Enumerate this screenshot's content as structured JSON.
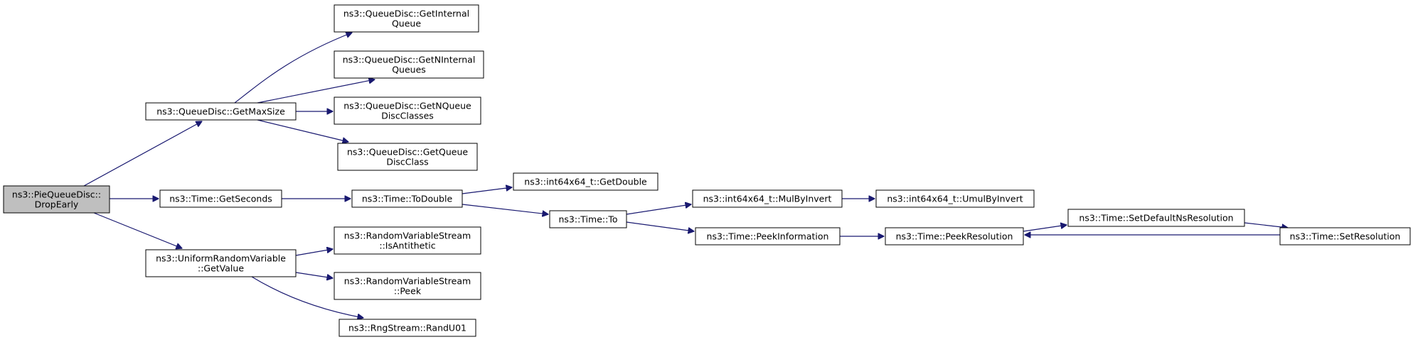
{
  "graph": {
    "colors": {
      "edge": "#191970",
      "node_border": "#000000",
      "node_fill": "#ffffff",
      "root_fill": "#bfbfbf"
    },
    "nodes": [
      {
        "id": "drop_early",
        "lines": [
          "ns3::PieQueueDisc::",
          "DropEarly"
        ],
        "root": true
      },
      {
        "id": "get_max_size",
        "lines": [
          "ns3::QueueDisc::GetMaxSize"
        ]
      },
      {
        "id": "get_internal_queue",
        "lines": [
          "ns3::QueueDisc::GetInternal",
          "Queue"
        ]
      },
      {
        "id": "get_n_internal_queues",
        "lines": [
          "ns3::QueueDisc::GetNInternal",
          "Queues"
        ]
      },
      {
        "id": "get_n_queue_disc_classes",
        "lines": [
          "ns3::QueueDisc::GetNQueue",
          "DiscClasses"
        ]
      },
      {
        "id": "get_queue_disc_class",
        "lines": [
          "ns3::QueueDisc::GetQueue",
          "DiscClass"
        ]
      },
      {
        "id": "get_seconds",
        "lines": [
          "ns3::Time::GetSeconds"
        ]
      },
      {
        "id": "to_double",
        "lines": [
          "ns3::Time::ToDouble"
        ]
      },
      {
        "id": "get_double",
        "lines": [
          "ns3::int64x64_t::GetDouble"
        ]
      },
      {
        "id": "to",
        "lines": [
          "ns3::Time::To"
        ]
      },
      {
        "id": "mul_by_invert",
        "lines": [
          "ns3::int64x64_t::MulByInvert"
        ]
      },
      {
        "id": "umul_by_invert",
        "lines": [
          "ns3::int64x64_t::UmulByInvert"
        ]
      },
      {
        "id": "peek_information",
        "lines": [
          "ns3::Time::PeekInformation"
        ]
      },
      {
        "id": "peek_resolution",
        "lines": [
          "ns3::Time::PeekResolution"
        ]
      },
      {
        "id": "set_default_ns_resolution",
        "lines": [
          "ns3::Time::SetDefaultNsResolution"
        ]
      },
      {
        "id": "set_resolution",
        "lines": [
          "ns3::Time::SetResolution"
        ]
      },
      {
        "id": "uniform_get_value",
        "lines": [
          "ns3::UniformRandomVariable",
          "::GetValue"
        ]
      },
      {
        "id": "is_antithetic",
        "lines": [
          "ns3::RandomVariableStream",
          "::IsAntithetic"
        ]
      },
      {
        "id": "peek",
        "lines": [
          "ns3::RandomVariableStream",
          "::Peek"
        ]
      },
      {
        "id": "rand_u01",
        "lines": [
          "ns3::RngStream::RandU01"
        ]
      }
    ],
    "edges": [
      {
        "from": "drop_early",
        "to": "get_max_size"
      },
      {
        "from": "drop_early",
        "to": "get_seconds"
      },
      {
        "from": "drop_early",
        "to": "uniform_get_value"
      },
      {
        "from": "get_max_size",
        "to": "get_internal_queue"
      },
      {
        "from": "get_max_size",
        "to": "get_n_internal_queues"
      },
      {
        "from": "get_max_size",
        "to": "get_n_queue_disc_classes"
      },
      {
        "from": "get_max_size",
        "to": "get_queue_disc_class"
      },
      {
        "from": "get_seconds",
        "to": "to_double"
      },
      {
        "from": "to_double",
        "to": "get_double"
      },
      {
        "from": "to_double",
        "to": "to"
      },
      {
        "from": "to",
        "to": "mul_by_invert"
      },
      {
        "from": "to",
        "to": "peek_information"
      },
      {
        "from": "mul_by_invert",
        "to": "umul_by_invert"
      },
      {
        "from": "peek_information",
        "to": "peek_resolution"
      },
      {
        "from": "peek_resolution",
        "to": "set_default_ns_resolution"
      },
      {
        "from": "set_default_ns_resolution",
        "to": "set_resolution"
      },
      {
        "from": "set_resolution",
        "to": "peek_resolution"
      },
      {
        "from": "uniform_get_value",
        "to": "is_antithetic"
      },
      {
        "from": "uniform_get_value",
        "to": "peek"
      },
      {
        "from": "uniform_get_value",
        "to": "rand_u01"
      }
    ]
  }
}
